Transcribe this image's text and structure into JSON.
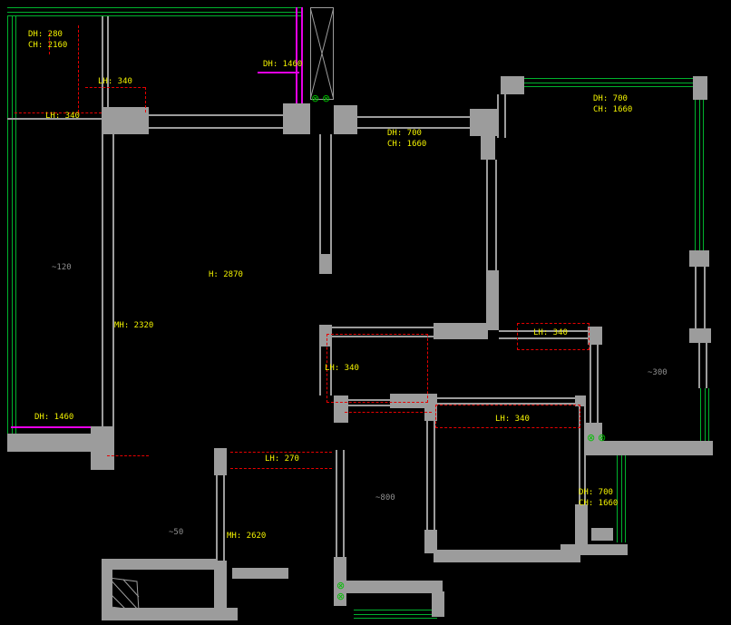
{
  "colors": {
    "bg": "#000000",
    "wall": "#9c9c9c",
    "dim": "#f2f200",
    "note": "#8f8f8f",
    "win": "#00b22d",
    "red": "#e80000",
    "mag": "#e800e8",
    "sym": "#00bf00"
  },
  "labels": [
    {
      "text": "DH: 280"
    },
    {
      "text": "CH: 2160"
    },
    {
      "text": "LH: 340"
    },
    {
      "text": "LH: 340"
    },
    {
      "text": "DH: 1460"
    },
    {
      "text": "DH: 700"
    },
    {
      "text": "CH: 1660"
    },
    {
      "text": "DH: 700"
    },
    {
      "text": "CH: 1660"
    },
    {
      "text": "~120"
    },
    {
      "text": "H: 2870"
    },
    {
      "text": "MH: 2320"
    },
    {
      "text": "LH: 340"
    },
    {
      "text": "~300"
    },
    {
      "text": "LH: 340"
    },
    {
      "text": "LH: 340"
    },
    {
      "text": "DH: 1460"
    },
    {
      "text": "LH: 270"
    },
    {
      "text": "~800"
    },
    {
      "text": "DH: 700"
    },
    {
      "text": "CH: 1660"
    },
    {
      "text": "~50"
    },
    {
      "text": "MH: 2620"
    }
  ],
  "symbols": {
    "glyph": "⊗"
  }
}
